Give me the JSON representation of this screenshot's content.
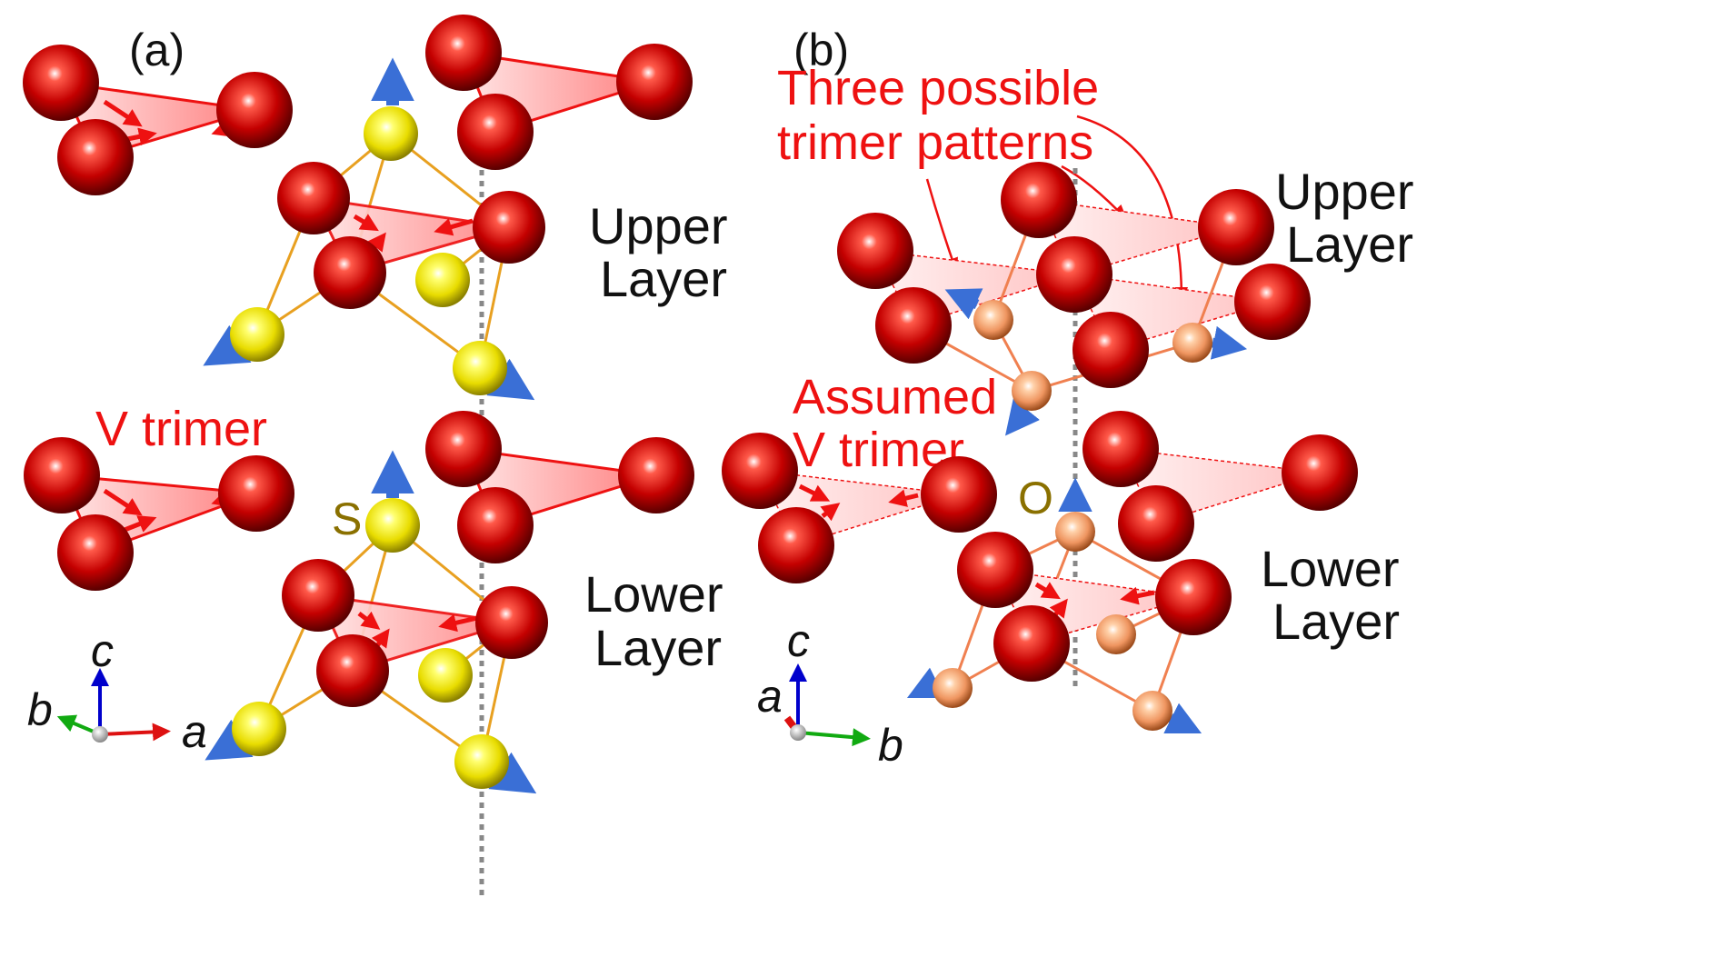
{
  "panels": {
    "a": {
      "label": "(a)",
      "upper_layer": [
        "Upper",
        "Layer"
      ],
      "lower_layer": [
        "Lower",
        "Layer"
      ],
      "trimer_label": "V trimer",
      "atom_label": "S",
      "axes": {
        "c": "c",
        "b": "b",
        "a": "a"
      }
    },
    "b": {
      "label": "(b)",
      "upper_layer": [
        "Upper",
        "Layer"
      ],
      "lower_layer": [
        "Lower",
        "Layer"
      ],
      "pattern_label": [
        "Three possible",
        "trimer patterns"
      ],
      "assumed_label": [
        "Assumed",
        "V trimer"
      ],
      "atom_label": "O",
      "axes": {
        "c": "c",
        "a": "a",
        "b": "b"
      }
    }
  },
  "colors": {
    "v_atom": "#c00000",
    "s_atom": "#e8e000",
    "o_atom": "#f0a070",
    "trimer_fill": "#ff9a9a",
    "annotation_red": "#ee1111",
    "displacement_arrow": "#3a6fd6",
    "atom_label_color": "#8a7000",
    "axis_c": "#0000cc",
    "axis_b_a": "#11aa11",
    "axis_a_b": "#dd1111"
  }
}
